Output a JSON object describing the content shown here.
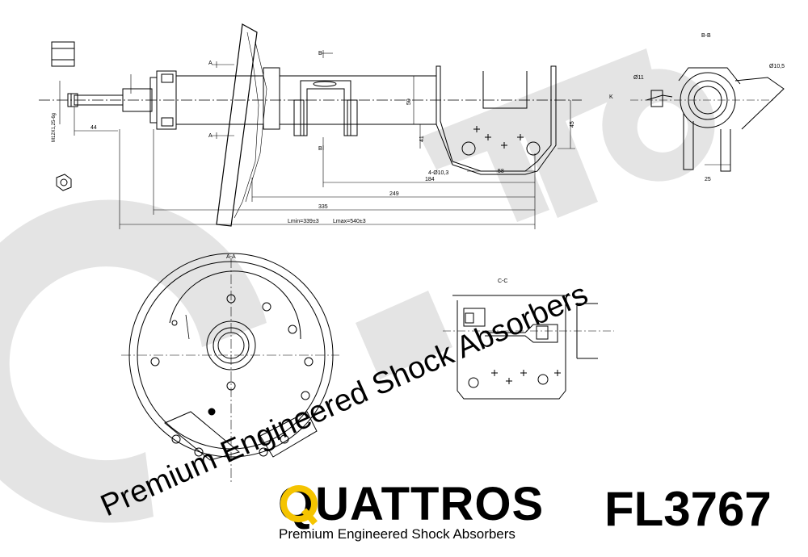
{
  "brand": {
    "name": "QUATTROS",
    "tagline": "Premium Engineered Shock Absorbers",
    "accent_color": "#f5c400"
  },
  "part_number": "FL3767",
  "watermark": {
    "text": "Premium Engineered Shock Absorbers",
    "color": "#d8d8d8"
  },
  "section_labels": {
    "aa": "A-A",
    "bb": "B-B",
    "view_a": "A",
    "view_b": "B",
    "cc": "C-C",
    "k": "K"
  },
  "dimensions": {
    "l_min": "Lmin=339±3",
    "l_max": "Lmax=540±3",
    "d335": "335",
    "d249": "249",
    "d184": "184",
    "d58": "58",
    "d41": "41",
    "d45": "45",
    "d50": "50",
    "d44": "44",
    "holes": "4-Ø10,3",
    "thread": "M12X1,25-6g",
    "d10_5": "Ø10,5",
    "d11": "Ø11",
    "d25": "25"
  }
}
